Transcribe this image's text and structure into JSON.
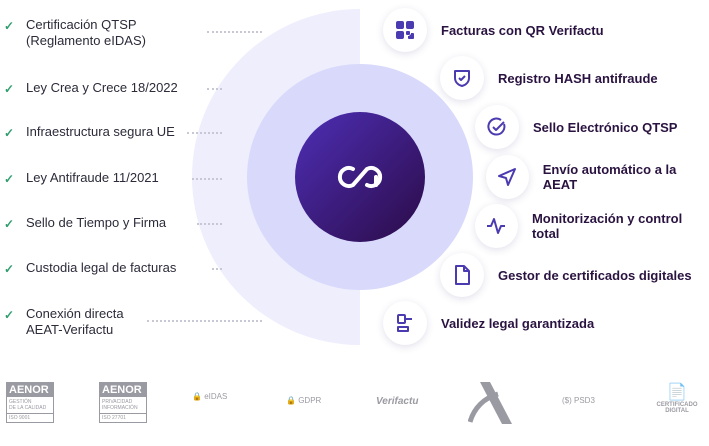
{
  "left_items": [
    {
      "label": "Certificación QTSP\n(Reglamento eIDAS)"
    },
    {
      "label": "Ley Crea y Crece 18/2022"
    },
    {
      "label": "Infraestructura segura UE"
    },
    {
      "label": "Ley Antifraude 11/2021"
    },
    {
      "label": "Sello de Tiempo y Firma"
    },
    {
      "label": "Custodia legal de facturas"
    },
    {
      "label": "Conexión directa\nAEAT-Verifactu"
    }
  ],
  "right_items": [
    {
      "label": "Facturas con QR Verifactu",
      "icon": "qr-code-icon"
    },
    {
      "label": "Registro HASH antifraude",
      "icon": "shield-check-icon"
    },
    {
      "label": "Sello Electrónico QTSP",
      "icon": "check-circle-icon"
    },
    {
      "label": "Envío automático a la AEAT",
      "icon": "send-icon"
    },
    {
      "label": "Monitorización y control total",
      "icon": "activity-icon"
    },
    {
      "label": "Gestor de certificados digitales",
      "icon": "document-icon"
    },
    {
      "label": "Validez legal garantizada",
      "icon": "gavel-icon"
    }
  ],
  "logos": {
    "aenor1": {
      "title": "AENOR",
      "body": "GESTIÓN\nDE LA CALIDAD",
      "code": "ISO 9001"
    },
    "aenor2": {
      "title": "AENOR",
      "body": "PRIVACIDAD\nINFORMACIÓN",
      "code": "ISO 27701"
    },
    "eidas": "eIDAS",
    "gdpr": "GDPR",
    "verifactu": "Verifactu",
    "psd3": "PSD3",
    "cert": "CERTIFICADO\nDIGITAL"
  },
  "colors": {
    "accent": "#4b3bb0",
    "check": "#2f9e6e"
  }
}
